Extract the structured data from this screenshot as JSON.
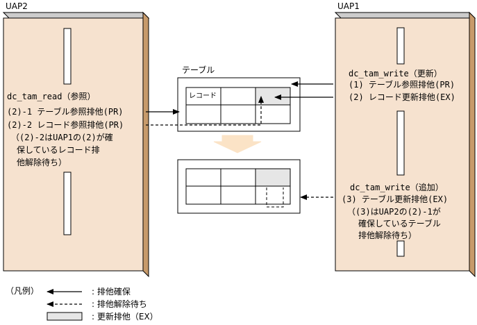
{
  "uap2": {
    "title": "UAP2",
    "lines": [
      "dc_tam_read（参照）",
      "(2)-1 テーブル参照排他(PR)",
      "(2)-2 レコード参照排他(PR)",
      "（(2)-2はUAP1の(2)が確",
      "保しているレコード排",
      "他解除待ち）"
    ]
  },
  "uap1": {
    "title": "UAP1",
    "write_update": [
      "dc_tam_write（更新）",
      "(1) テーブル参照排他(PR)",
      "(2) レコード更新排他(EX)"
    ],
    "write_add": [
      "dc_tam_write（追加）",
      "(3) テーブル更新排他(EX)",
      "（(3)はUAP2の(2)-1が",
      "確保しているテーブル",
      "排他解除待ち）"
    ]
  },
  "table": {
    "title": "テーブル",
    "record_label": "レコード"
  },
  "legend": {
    "heading": "（凡例）",
    "items": [
      ": 排他確保",
      ": 排他解除待ち",
      ": 更新排他（EX）"
    ]
  }
}
